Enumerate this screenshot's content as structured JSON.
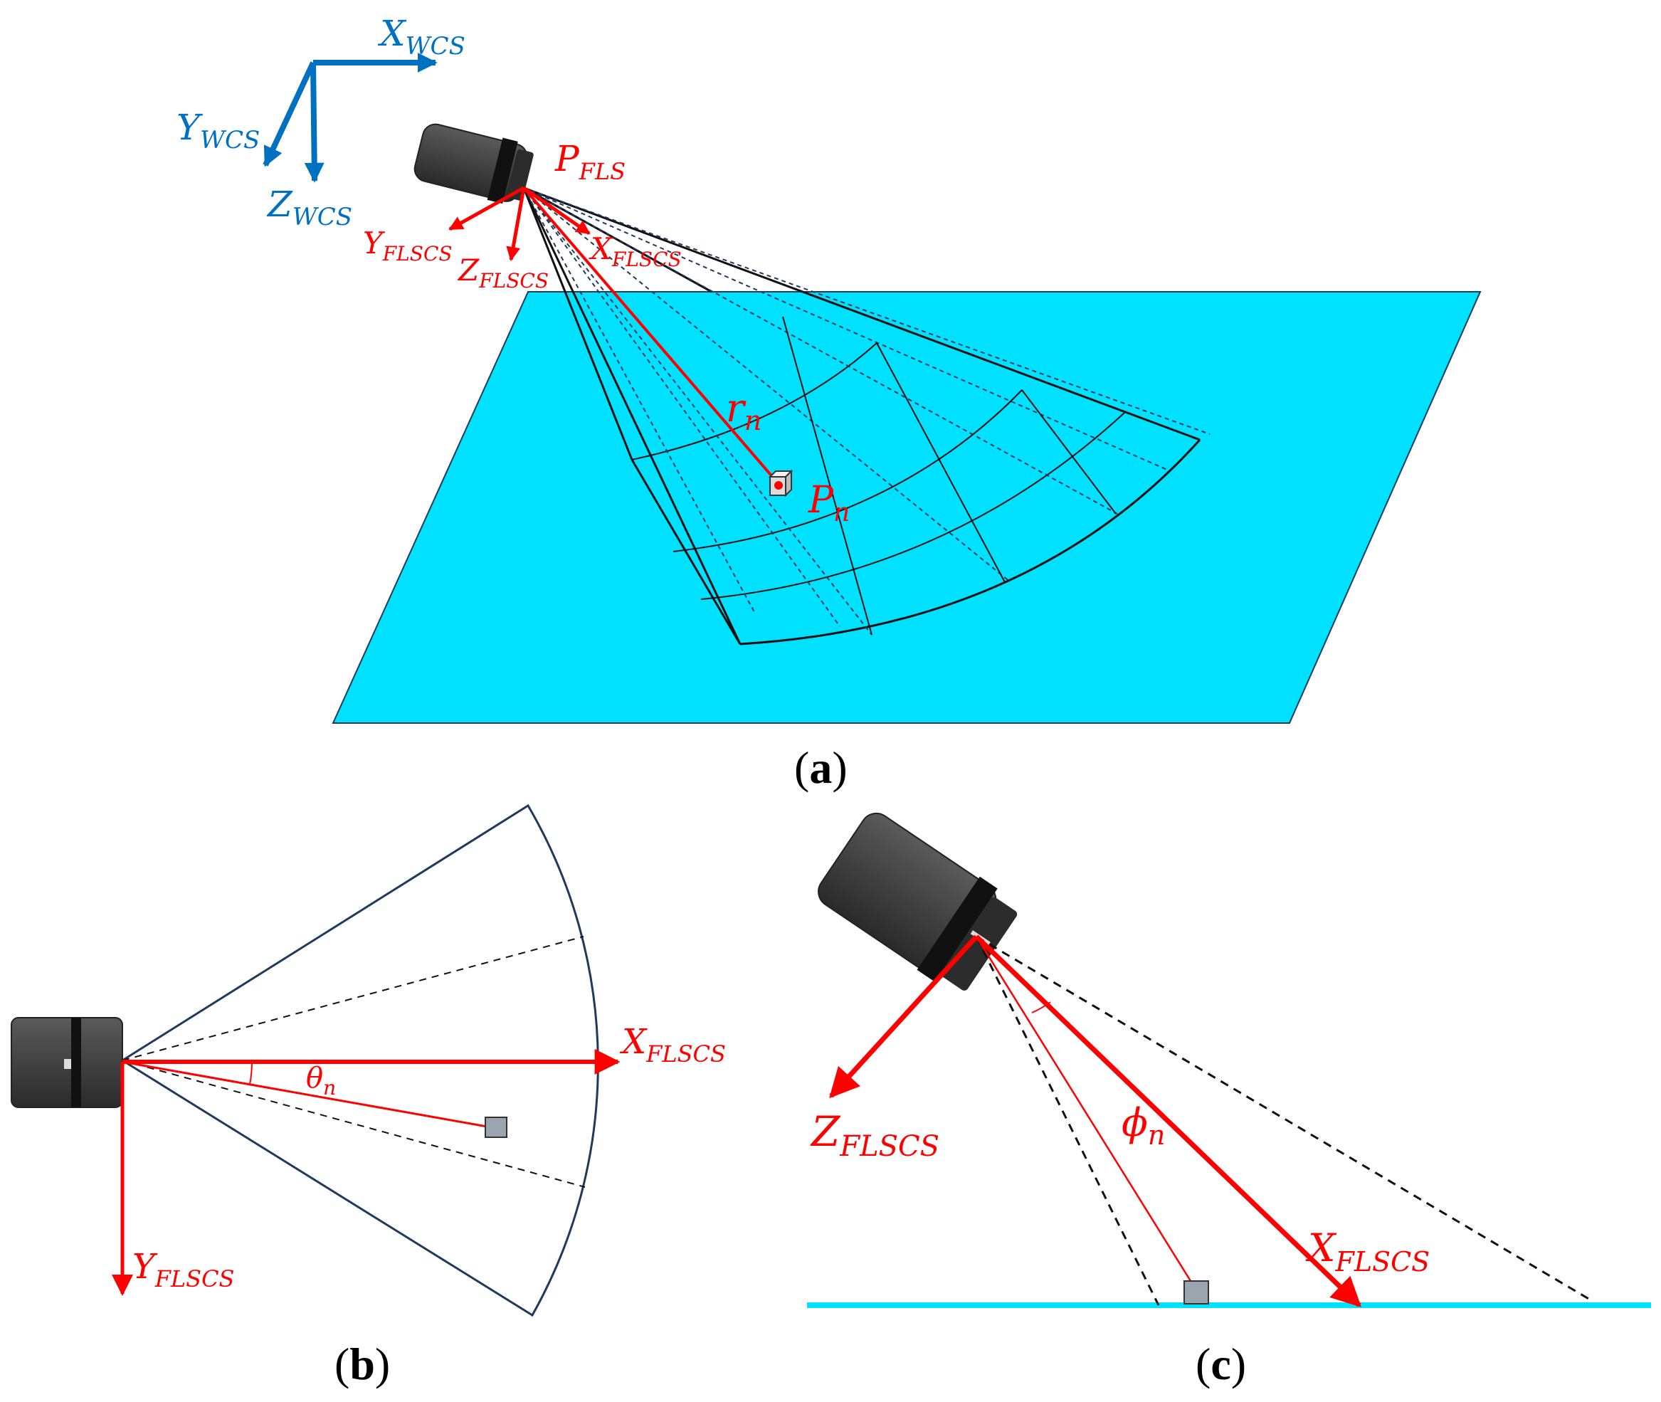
{
  "colors": {
    "water": "#00E0FF",
    "red": "#FF0000",
    "blue": "#0070C0",
    "navy": "#1F3A5C",
    "device_dark": "#3A3A3A",
    "device_band": "#111111",
    "target_fill": "#9AA5AE"
  },
  "panel_a": {
    "caption": "a",
    "wcs": {
      "x": {
        "base": "X",
        "sub": "WCS"
      },
      "y": {
        "base": "Y",
        "sub": "WCS"
      },
      "z": {
        "base": "Z",
        "sub": "WCS"
      }
    },
    "flscs": {
      "x": {
        "base": "X",
        "sub": "FLSCS"
      },
      "y": {
        "base": "Y",
        "sub": "FLSCS"
      },
      "z": {
        "base": "Z",
        "sub": "FLSCS"
      }
    },
    "p_fls": {
      "base": "P",
      "sub": "FLS"
    },
    "r_n": {
      "base": "r",
      "sub": "n"
    },
    "p_n": {
      "base": "P",
      "sub": "n"
    }
  },
  "panel_b": {
    "caption": "b",
    "x_axis": {
      "base": "X",
      "sub": "FLSCS"
    },
    "y_axis": {
      "base": "Y",
      "sub": "FLSCS"
    },
    "theta": {
      "base": "θ",
      "sub": "n"
    }
  },
  "panel_c": {
    "caption": "c",
    "z_axis": {
      "base": "Z",
      "sub": "FLSCS"
    },
    "x_axis": {
      "base": "X",
      "sub": "FLSCS"
    },
    "phi": {
      "base": "ϕ",
      "sub": "n"
    }
  },
  "icons": [
    "sonar-device-icon",
    "target-cube-icon"
  ]
}
